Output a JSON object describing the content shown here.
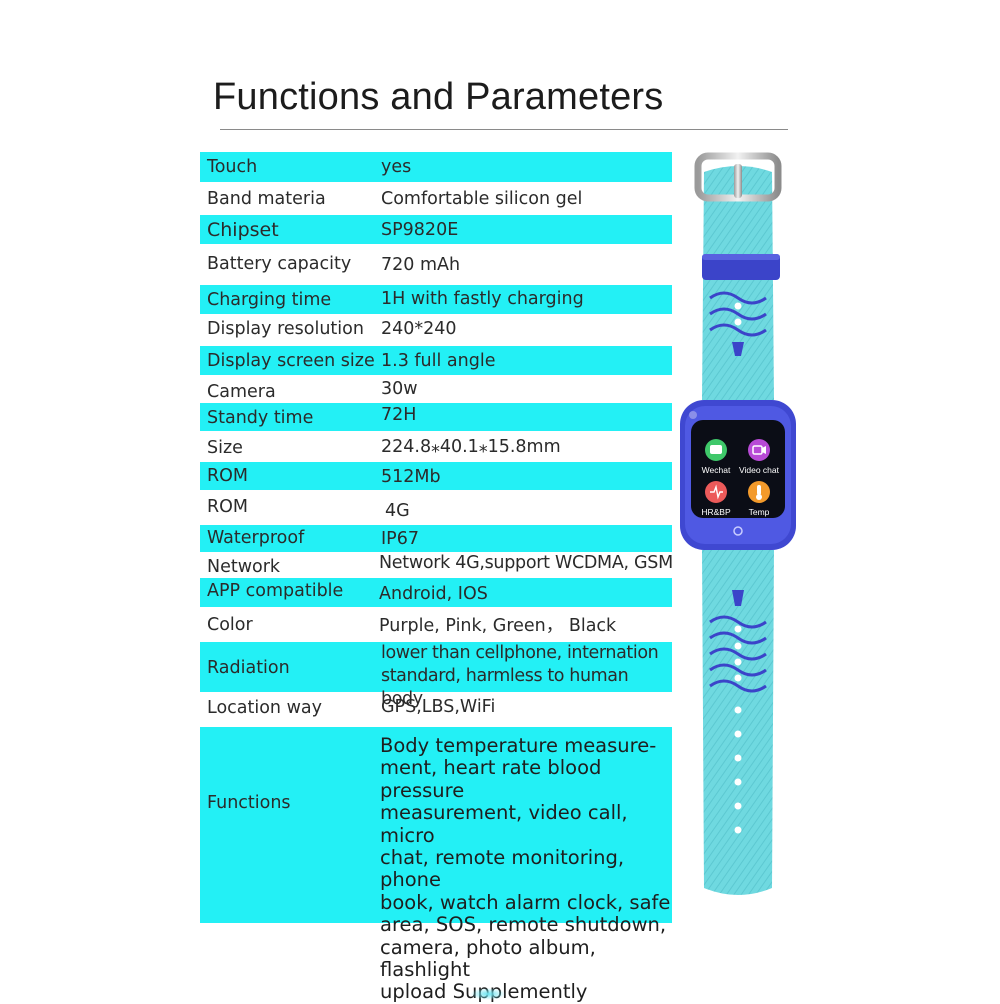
{
  "title": "Functions and Parameters",
  "colors": {
    "highlight": "#23f0f5",
    "strap": "#6cd6de",
    "bezel": "#3f48d1"
  },
  "specs": [
    {
      "key": "Touch",
      "value": "yes"
    },
    {
      "key": "Band materia",
      "value": "Comfortable silicon gel"
    },
    {
      "key": "Chipset",
      "value": "SP9820E"
    },
    {
      "key": "Battery capacity",
      "value": "720 mAh"
    },
    {
      "key": "Charging time",
      "value": "1H with fastly charging"
    },
    {
      "key": "Display resolution",
      "value": "240*240"
    },
    {
      "key": "Display screen size",
      "value": "1.3 full angle"
    },
    {
      "key": "Camera",
      "value": "30w"
    },
    {
      "key": "Standy time",
      "value": "72H"
    },
    {
      "key": "Size",
      "value": "224.8⁎40.1⁎15.8mm"
    },
    {
      "key": "ROM",
      "value": "512Mb"
    },
    {
      "key": "ROM",
      "value": "4G"
    },
    {
      "key": "Waterproof",
      "value": "IP67"
    },
    {
      "key": "Network",
      "value": "Network 4G,support WCDMA, GSM"
    },
    {
      "key": "APP compatible",
      "value": "Android, IOS"
    },
    {
      "key": "Color",
      "value": "Purple, Pink, Green， Black"
    },
    {
      "key": "Radiation",
      "value": "lower than cellphone, internation\n standard, harmless to human body"
    },
    {
      "key": "Location way",
      "value": "GPS,LBS,WiFi"
    },
    {
      "key": "Functions",
      "value": "Body temperature measure-\nment, heart rate blood pressure\nmeasurement, video call, micro\nchat, remote monitoring, phone\nbook, watch alarm clock, safe\narea, SOS, remote shutdown,\ncamera, photo album, flashlight\nupload Supplemently"
    }
  ],
  "watch_apps": [
    {
      "label": "Wechat",
      "icon": "chat-icon",
      "color": "#3fc86a"
    },
    {
      "label": "Video chat",
      "icon": "video-camera-icon",
      "color": "#b84ad6"
    },
    {
      "label": "HR&BP",
      "icon": "heart-rate-icon",
      "color": "#ec5a5a"
    },
    {
      "label": "Temp",
      "icon": "thermometer-icon",
      "color": "#f39a2b"
    }
  ]
}
